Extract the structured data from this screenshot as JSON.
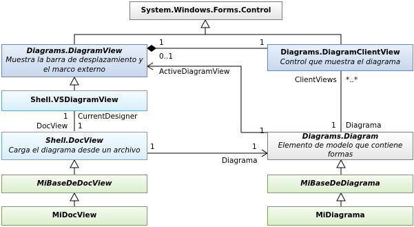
{
  "classes": {
    "control": {
      "name": "System.Windows.Forms.Control"
    },
    "diagram_view": {
      "name": "Diagrams.DiagramView",
      "desc": "Muestra la barra de desplazamiento y el marco externo"
    },
    "client_view": {
      "name": "Diagrams.DiagramClientView",
      "desc": "Control que muestra el diagrama"
    },
    "vs_diagram_view": {
      "name": "Shell.VSDiagramView"
    },
    "doc_view": {
      "name": "Shell.DocView",
      "desc": "Carga el diagrama desde un archivo"
    },
    "diagram": {
      "name": "Diagrams.Diagram",
      "desc": "Elemento de modelo que contiene formas"
    },
    "mi_base_doc_view": {
      "name": "MiBaseDeDocView"
    },
    "mi_base_diagrama": {
      "name": "MiBaseDeDiagrama"
    },
    "mi_doc_view": {
      "name": "MiDocView"
    },
    "mi_diagrama": {
      "name": "MiDiagrama"
    }
  },
  "labels": {
    "view_client_mult_left": "1",
    "view_client_mult_right": "1",
    "active_view_mult": "0..1",
    "active_view_role": "ActiveDiagramView",
    "client_views_role": "ClientViews",
    "client_views_mult": "*..*",
    "diagram_from_client_mult": "1",
    "diagram_from_client_role": "Diagrama",
    "active_view_diagram_mult": "1",
    "current_designer_mult": "1",
    "current_designer_role": "CurrentDesigner",
    "docview_role": "DocView",
    "docview_mult": "1",
    "doc_diagram_mult_left": "1",
    "doc_diagram_mult_right": "1",
    "doc_diagram_role": "Diagrama"
  }
}
